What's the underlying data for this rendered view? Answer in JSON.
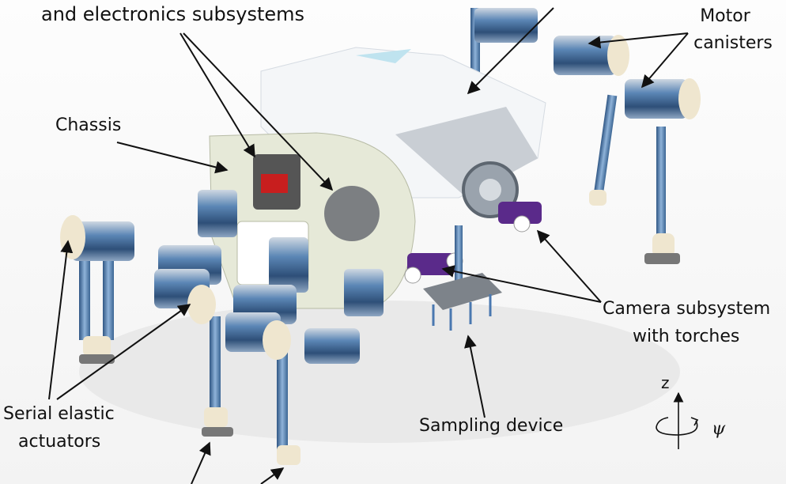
{
  "labels": {
    "electronics": "and electronics subsystems",
    "motor_1": "Motor",
    "motor_2": "canisters",
    "chassis": "Chassis",
    "camera_1": "Camera subsystem",
    "camera_2": "with torches",
    "sea_1": "Serial elastic",
    "sea_2": "actuators",
    "sampling": "Sampling device",
    "axis_z": "z",
    "axis_psi": "ψ"
  },
  "colors": {
    "chassis_plate": "#e6e9d8",
    "top_plate": "#f4f6f8",
    "motor_blue": "#4a7bb0",
    "leg_blue": "#5d8fc4",
    "cap_cream": "#efe6cf",
    "torch_purple": "#5a2a8a",
    "connector_red": "#c81e1e"
  }
}
